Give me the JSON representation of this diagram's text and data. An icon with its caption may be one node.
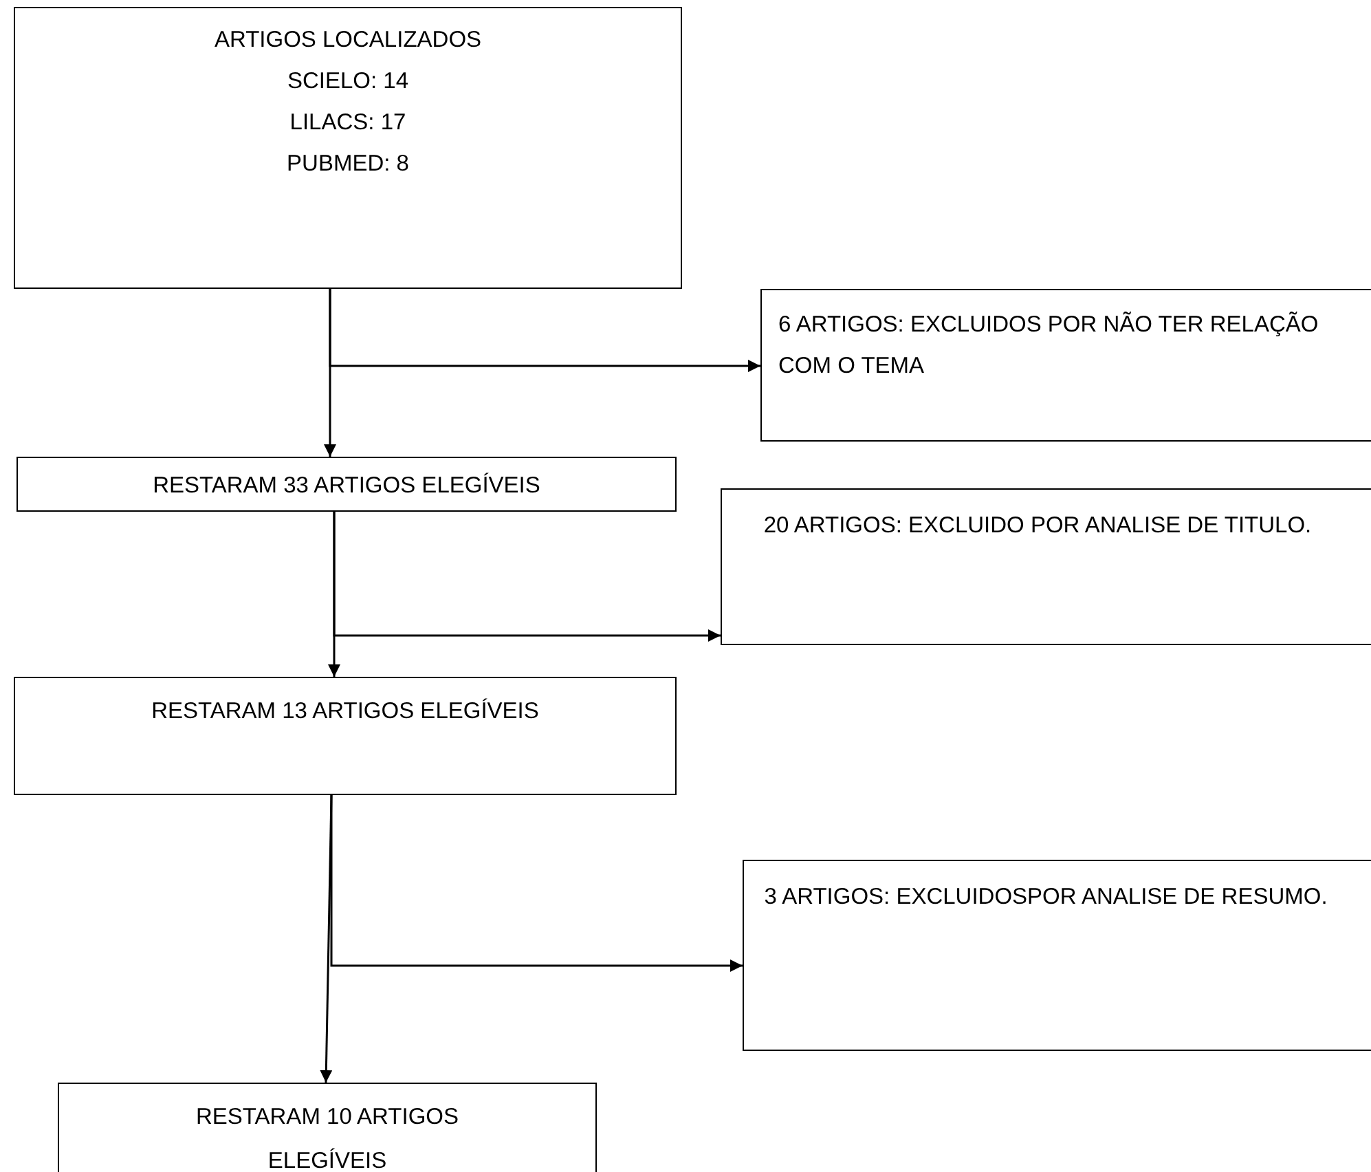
{
  "diagram": {
    "nodes": [
      {
        "text": [
          "ARTIGOS LOCALIZADOS",
          "SCIELO: 14",
          "LILACS: 17",
          "PUBMED: 8"
        ]
      },
      {
        "text": [
          "6 ARTIGOS: EXCLUIDOS POR NÃO TER RELAÇÃO COM O TEMA"
        ]
      },
      {
        "text": [
          "RESTARAM 33 ARTIGOS ELEGÍVEIS"
        ]
      },
      {
        "text": [
          "20 ARTIGOS: EXCLUIDO POR ANALISE DE TITULO."
        ]
      },
      {
        "text": [
          "RESTARAM 13 ARTIGOS ELEGÍVEIS"
        ]
      },
      {
        "text": [
          "3 ARTIGOS: EXCLUIDOSPOR ANALISE DE RESUMO."
        ]
      },
      {
        "text": [
          "RESTARAM 10 ARTIGOS ELEGÍVEIS"
        ]
      }
    ],
    "edges": [
      {
        "from": 0,
        "to": 2,
        "arrow": "to"
      },
      {
        "from": 0,
        "to": 1,
        "arrow": "to"
      },
      {
        "from": 2,
        "to": 4,
        "arrow": "to"
      },
      {
        "from": 2,
        "to": 3,
        "arrow": "to"
      },
      {
        "from": 4,
        "to": 6,
        "arrow": "to"
      },
      {
        "from": 4,
        "to": 5,
        "arrow": "to"
      }
    ]
  }
}
